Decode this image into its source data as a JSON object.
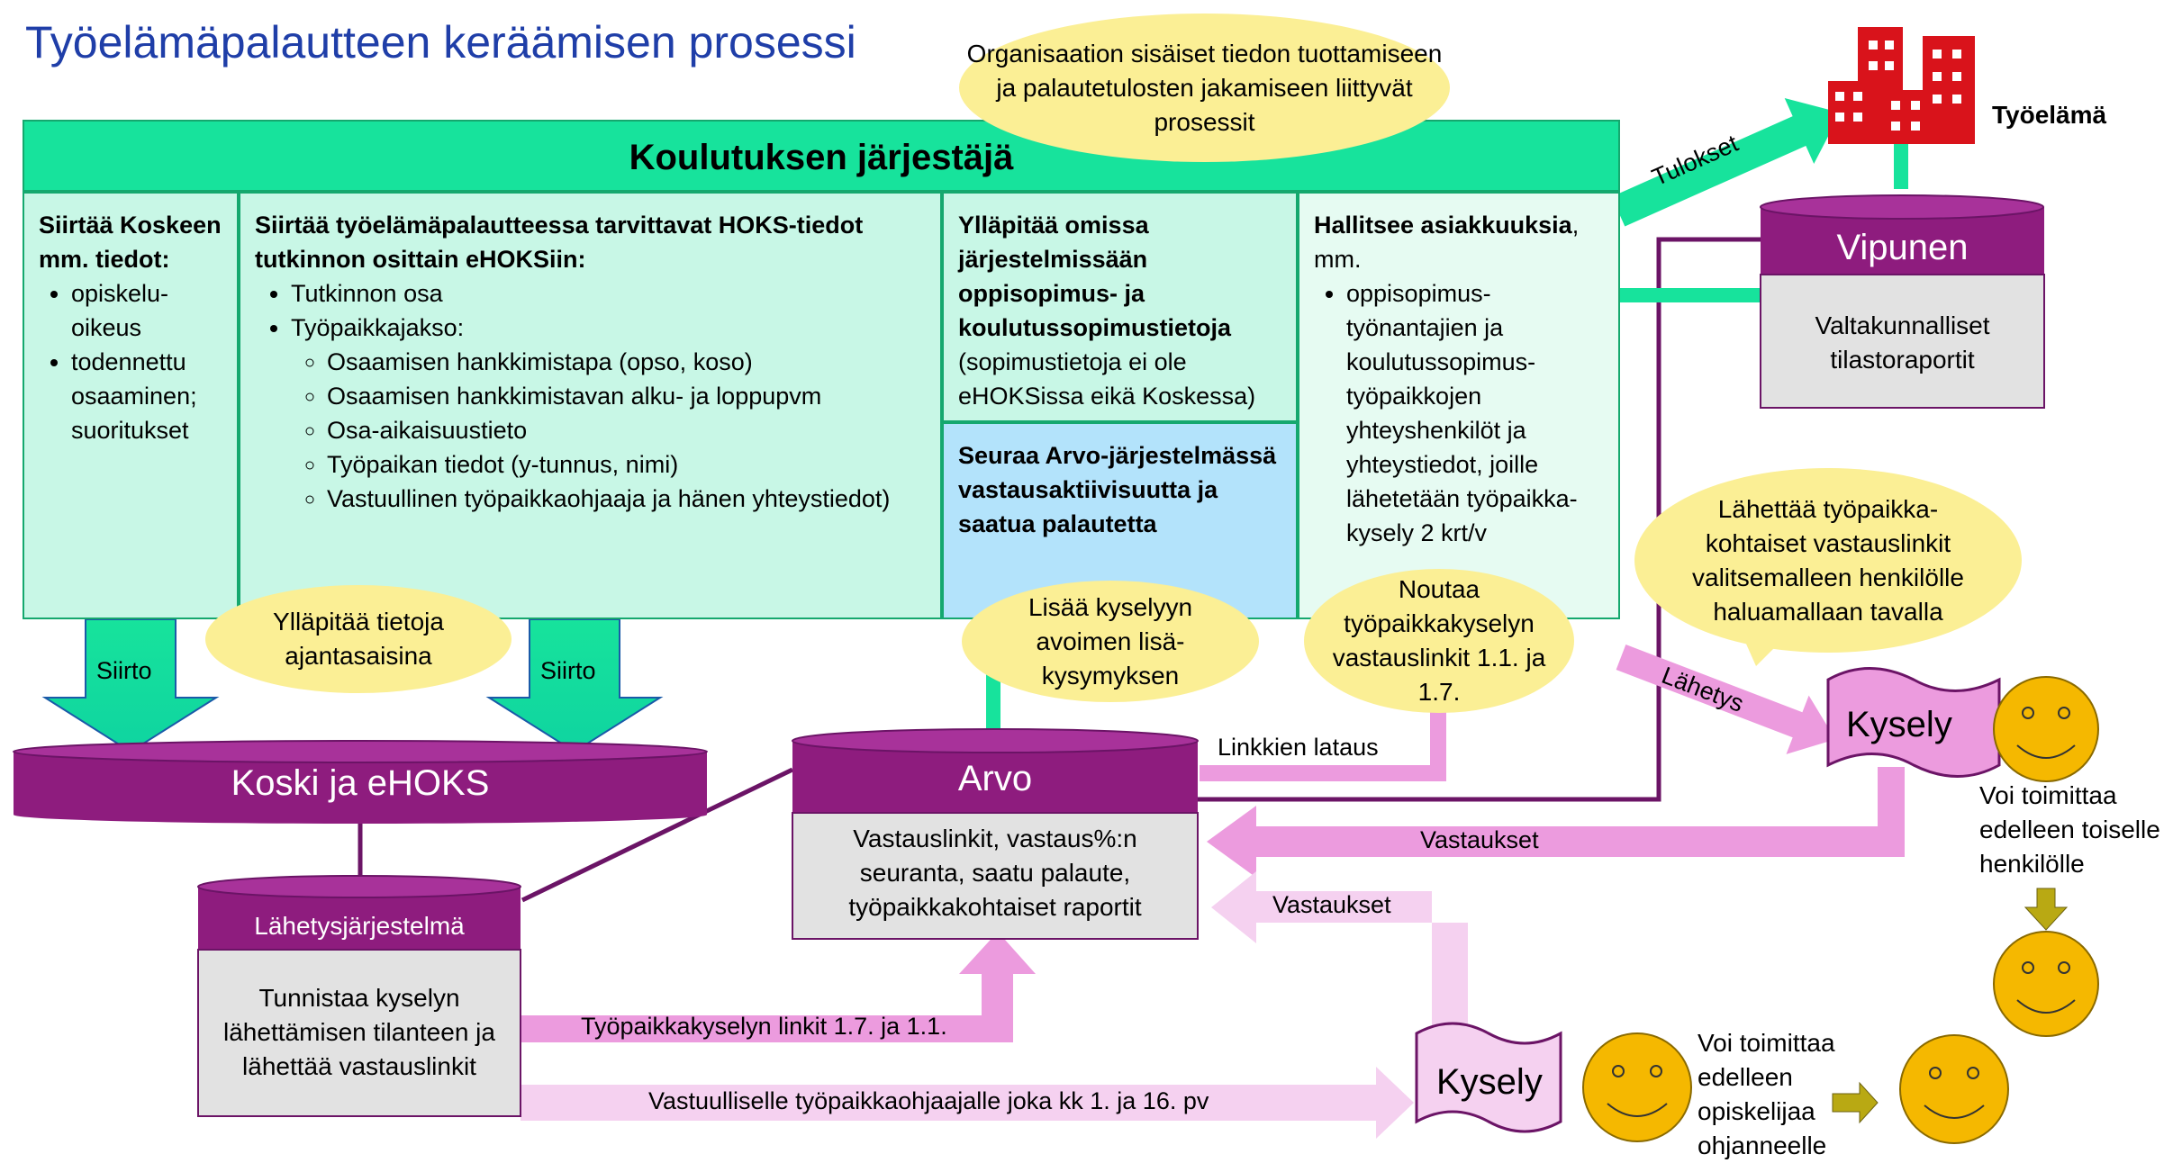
{
  "title": "Työelämäpalautteen keräämisen prosessi",
  "koulutuksen_jarjestaja": {
    "header": "Koulutuksen järjestäjä",
    "col1": {
      "head": "Siirtää Koskeen mm. tiedot:",
      "items": [
        "opiskelu-oikeus",
        "todennettu osaaminen; suoritukset"
      ]
    },
    "col2": {
      "head": "Siirtää työelämäpalautteessa tarvittavat HOKS-tiedot tutkinnon osittain eHOKSiin:",
      "items": [
        "Tutkinnon osa",
        "Työpaikkajakso:"
      ],
      "subitems": [
        "Osaamisen hankkimistapa (opso, koso)",
        "Osaamisen hankkimistavan alku- ja loppupvm",
        "Osa-aikaisuustieto",
        "Työpaikan tiedot (y-tunnus, nimi)",
        "Vastuullinen työpaikkaohjaaja ja hänen yhteystiedot)"
      ]
    },
    "col3": {
      "head": "Ylläpitää omissa järjestelmissään oppisopimus- ja koulutussopimustietoja",
      "text": "(sopimustietoja ei ole eHOKSissa eikä Koskessa)"
    },
    "col3b": {
      "head": "Seuraa Arvo-järjestelmässä vastausaktiivisuutta ja saatua palautetta"
    },
    "col4": {
      "head": "Hallitsee asiakkuuksia",
      "tail": ", mm.",
      "items": [
        "oppisopimus-työnantajien ja koulutussopimus-työpaikkojen yhteyshenkilöt ja yhteystiedot, joille lähetetään työpaikka-kysely 2 krt/v"
      ]
    }
  },
  "bubbles": {
    "org": "Organisaation sisäiset tiedon tuottamiseen ja palautetulosten jakamiseen liittyvät prosessit",
    "yllapitaa": "Ylläpitää tietoja ajantasaisina",
    "lisaa": "Lisää kyselyyn avoimen lisä-kysymyksen",
    "noutaa": "Noutaa työpaikkakyselyn vastauslinkit 1.1. ja 1.7.",
    "lahettaa": "Lähettää työpaikka-kohtaiset vastauslinkit valitsemalleen henkilölle haluamallaan tavalla"
  },
  "cylinders": {
    "koski": "Koski ja eHOKS",
    "arvo": {
      "title": "Arvo",
      "body": "Vastauslinkit, vastaus%:n seuranta, saatu palaute, työpaikkakohtaiset raportit"
    },
    "lahetys": {
      "title": "Lähetysjärjestelmä",
      "body": "Tunnistaa kyselyn lähettämisen tilanteen ja lähettää vastauslinkit"
    },
    "vipunen": {
      "title": "Vipunen",
      "body": "Valtakunnalliset tilastoraportit"
    }
  },
  "arrows": {
    "siirto1": "Siirto",
    "siirto2": "Siirto",
    "tulokset": "Tulokset",
    "linkkien_lataus": "Linkkien lataus",
    "lahetys": "Lähetys",
    "vastaukset1": "Vastaukset",
    "vastaukset2": "Vastaukset",
    "tyopaikkakyselyn_linkit": "Työpaikkakyselyn linkit 1.7. ja 1.1.",
    "vastuulliselle": "Vastuulliselle työpaikkaohjaajalle joka kk 1. ja 16. pv"
  },
  "tyoelama": "Työelämä",
  "kysely1": "Kysely",
  "kysely2": "Kysely",
  "voi1": "Voi toimittaa edelleen toiselle henkilölle",
  "voi2": "Voi toimittaa edelleen opiskelijaa ohjanneelle",
  "colors": {
    "green": "#17e39c",
    "mint": "#c8f7e6",
    "blue": "#b3e3fb",
    "purple": "#8e1c7e",
    "dark_purple": "#6b1466",
    "pink": "#ec9bde",
    "light_pink": "#f5d1f0",
    "yellow": "#fbef95",
    "red": "#d9131b",
    "title_blue": "#1f3ea8"
  }
}
